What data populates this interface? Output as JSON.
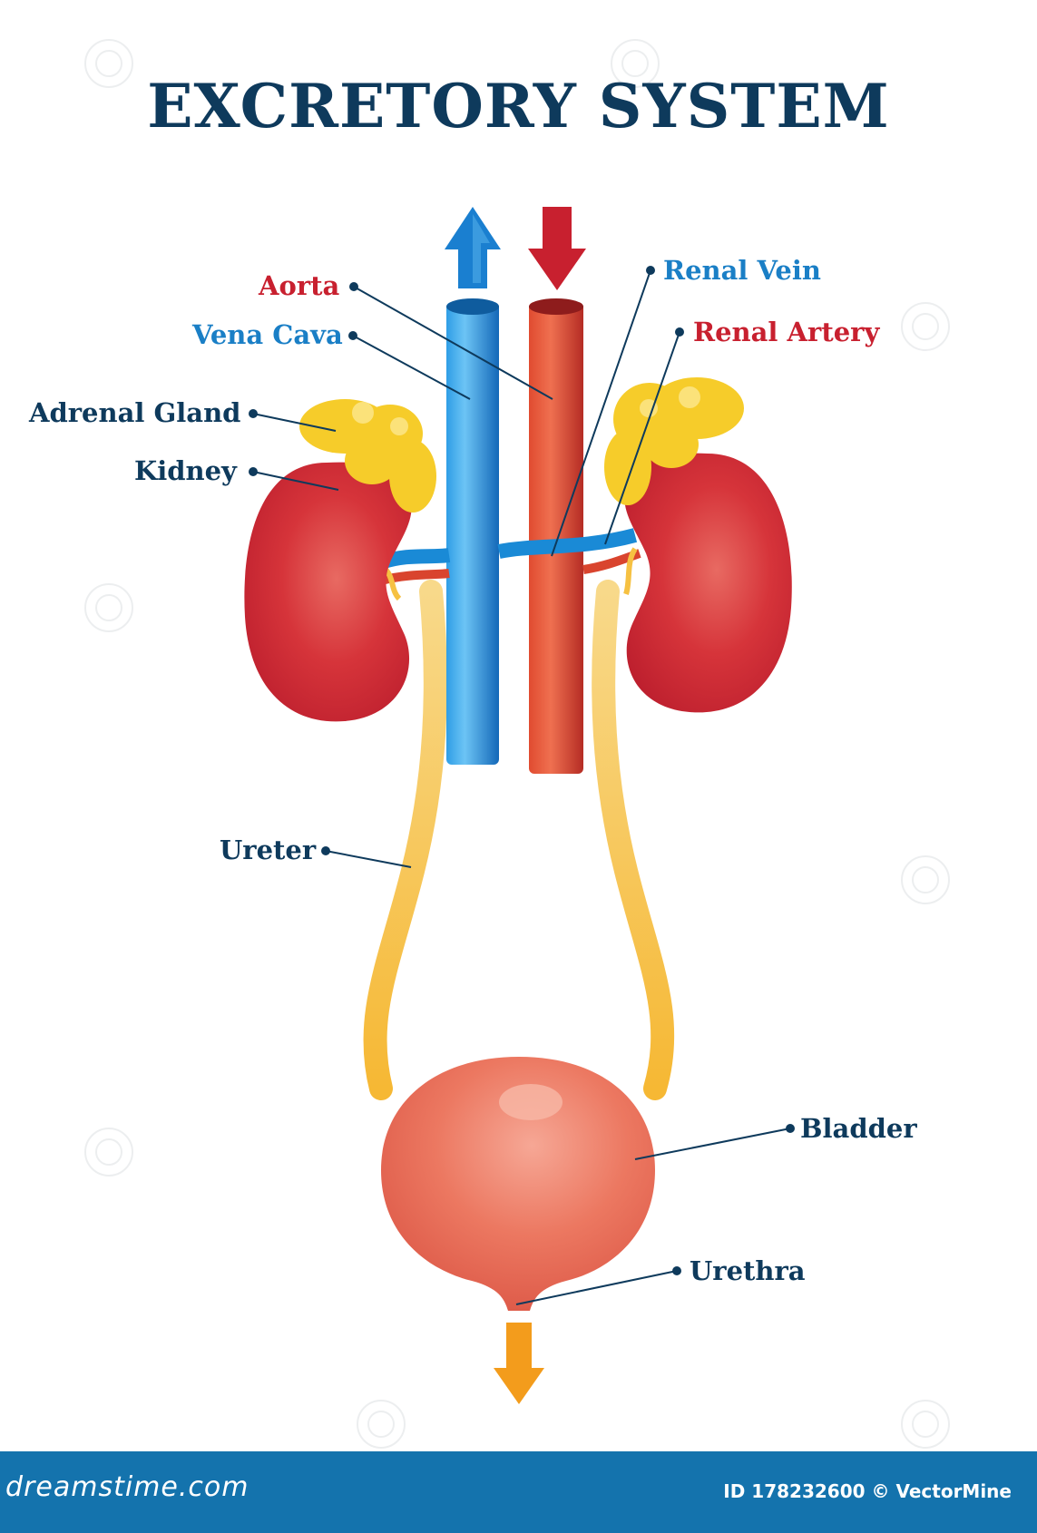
{
  "title": "EXCRETORY SYSTEM",
  "labels": {
    "aorta": "Aorta",
    "vena_cava": "Vena Cava",
    "adrenal_gland": "Adrenal Gland",
    "kidney": "Kidney",
    "renal_vein": "Renal Vein",
    "renal_artery": "Renal Artery",
    "ureter": "Ureter",
    "bladder": "Bladder",
    "urethra": "Urethra"
  },
  "footer": {
    "site": "dreamstime.com",
    "id_text": "ID 178232600 © VectorMine"
  },
  "watermark": "dreamstime",
  "colors": {
    "title": "#0e3a5c",
    "label_dark": "#0e3a5c",
    "label_red": "#c8202f",
    "label_blue": "#1a7fc6",
    "kidney": "#c8202f",
    "vein": "#1a8ad6",
    "artery": "#d9442e",
    "adrenal": "#f6cc2a",
    "ureter": "#f6c142",
    "bladder": "#e66a55",
    "urine_arrow": "#f39c1c",
    "footer_bg": "#1473ad"
  }
}
